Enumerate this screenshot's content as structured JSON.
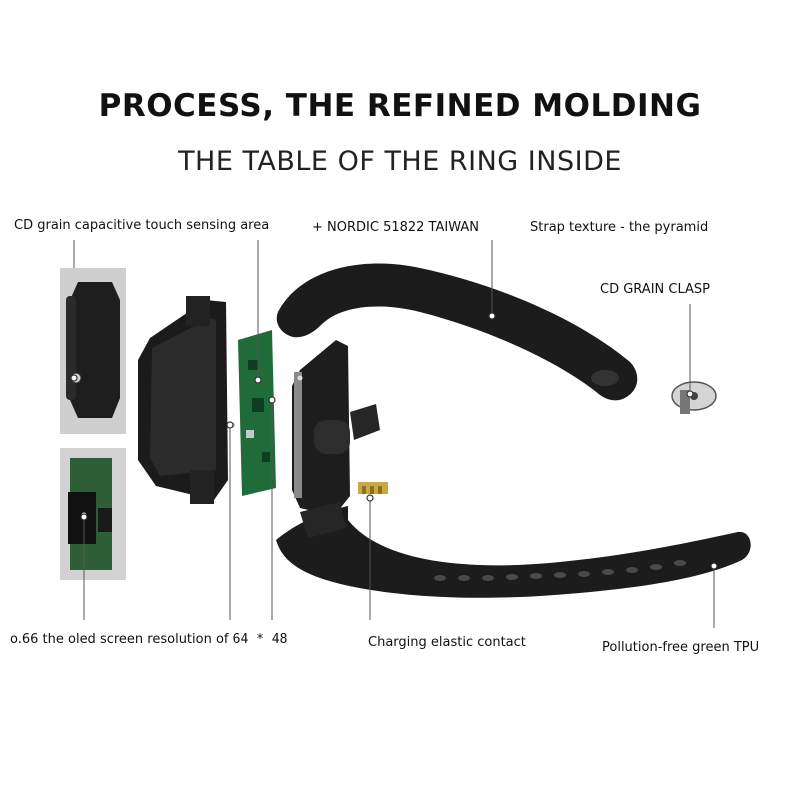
{
  "title": "PROCESS, THE REFINED MOLDING",
  "subtitle": "THE TABLE OF THE RING INSIDE",
  "labels": {
    "touch_area": "CD grain capacitive touch sensing area",
    "nordic": "+ NORDIC 51822 TAIWAN",
    "strap_texture": "Strap texture - the pyramid",
    "clasp": "CD GRAIN CLASP",
    "oled_prefix": "o.66 the oled screen resolution of ",
    "oled_value": "64 * 48",
    "charging": "Charging elastic contact",
    "tpu": "Pollution-free green TPU"
  },
  "colors": {
    "text": "#111111",
    "strap": "#1c1c1c",
    "pcb": "#1f6b3a",
    "panel_bg": "#c9c9c9",
    "leader": "#555555",
    "gold": "#c9a646"
  }
}
